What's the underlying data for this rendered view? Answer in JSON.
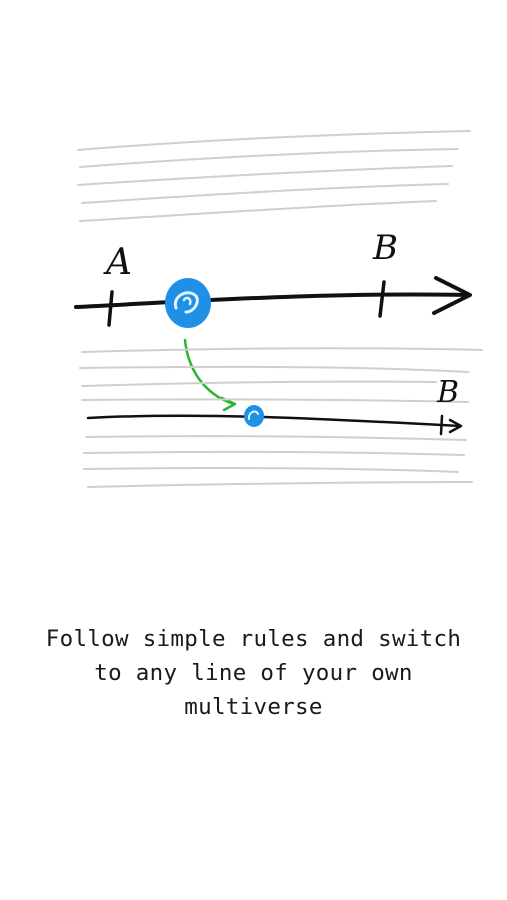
{
  "illustration": {
    "upper_timeline": {
      "start_label": "A",
      "end_label": "B"
    },
    "lower_timeline": {
      "end_label": "B"
    },
    "colors": {
      "paper_lines": "#cfcfcf",
      "timeline": "#111111",
      "dot": "#1e90e6",
      "dot_highlight": "#e6f3ff",
      "switch_arrow": "#2bb52b"
    }
  },
  "caption": {
    "line1": "Follow simple rules and switch",
    "line2": "to any line of your own",
    "line3": "multiverse"
  }
}
